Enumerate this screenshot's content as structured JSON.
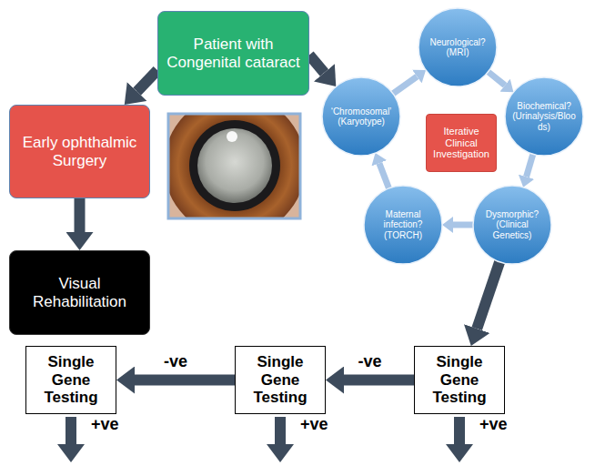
{
  "diagram": {
    "nodes": [
      {
        "text": [
          "Patient with Congenital cataract"
        ]
      },
      {
        "text": [
          "Early ophthalmic Surgery"
        ]
      },
      {
        "text": [
          "Neurological?",
          "(MRI)"
        ]
      },
      {
        "text": [
          "‘Chromosomal’",
          "(Karyotype)"
        ]
      },
      {
        "text": [
          "Iterative Clinical Investigation"
        ]
      },
      {
        "text": [
          "Biochemical?",
          "(Urinalysis/Bloods)"
        ]
      },
      {
        "text": [
          "Maternal infection?",
          "(TORCH)"
        ]
      },
      {
        "text": [
          "Dysmorphic?",
          "(Clinical Genetics)"
        ]
      },
      {
        "text": [
          "Visual Rehabilitation"
        ]
      },
      {
        "text": [
          "Single Gene Testing"
        ]
      },
      {
        "text": [
          "Single Gene Testing"
        ]
      },
      {
        "text": [
          "Single Gene Testing"
        ]
      }
    ],
    "edges": [
      {
        "from": 0,
        "to": 1,
        "arrow": "to"
      },
      {
        "from": 0,
        "to": 3,
        "arrow": "to"
      },
      {
        "from": 1,
        "to": 8,
        "arrow": "to"
      },
      {
        "from": 2,
        "to": 5,
        "arrow": "to"
      },
      {
        "from": 5,
        "to": 7,
        "arrow": "to"
      },
      {
        "from": 7,
        "to": 6,
        "arrow": "to"
      },
      {
        "from": 6,
        "to": 3,
        "arrow": "to"
      },
      {
        "from": 3,
        "to": 2,
        "arrow": "to"
      },
      {
        "from": 7,
        "to": 11,
        "arrow": "to"
      },
      {
        "from": 11,
        "to": 10,
        "arrow": "to",
        "label": "-ve"
      },
      {
        "from": 10,
        "to": 9,
        "arrow": "to",
        "label": "-ve"
      }
    ],
    "labels": [
      "+ve",
      "+ve",
      "+ve"
    ]
  }
}
